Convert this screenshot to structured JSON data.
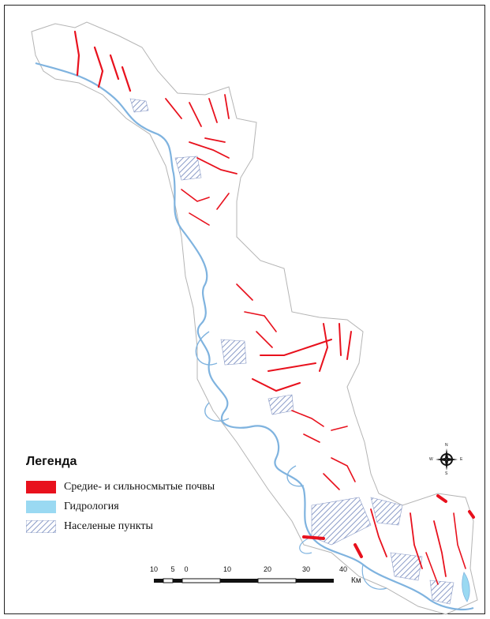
{
  "legend": {
    "title": "Легенда",
    "items": [
      {
        "label": "Средие- и сильносмытые почвы",
        "color": "#e8111d",
        "pattern": "solid"
      },
      {
        "label": "Гидрология",
        "color": "#9ad9f2",
        "pattern": "solid"
      },
      {
        "label": "Населеные пункты",
        "color": "#8a9bc7",
        "pattern": "hatch"
      }
    ]
  },
  "scale": {
    "ticks": [
      {
        "value": "10"
      },
      {
        "value": "5"
      },
      {
        "value": "0"
      },
      {
        "value": "10"
      },
      {
        "value": "20"
      },
      {
        "value": "30"
      },
      {
        "value": "40"
      }
    ],
    "unit": "Км"
  },
  "compass": {
    "n": "N",
    "s": "S",
    "e": "E",
    "w": "W"
  },
  "colors": {
    "eroded_soil": "#e8111d",
    "hydrology": "#9ad9f2",
    "settlements": "#8a9bc7",
    "river_outline": "#7fb3df",
    "boundary": "#b4b4b4"
  }
}
